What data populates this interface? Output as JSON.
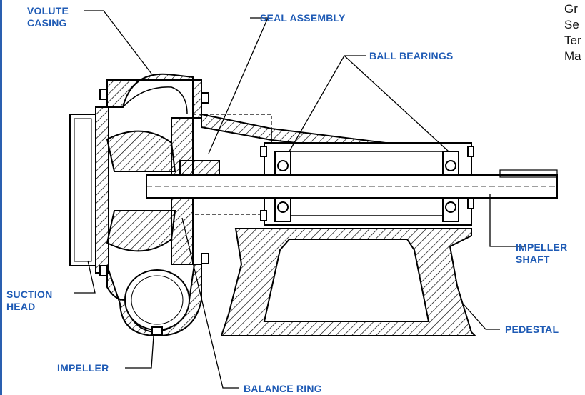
{
  "labels": {
    "volute_casing": [
      "VOLUTE",
      "CASING"
    ],
    "seal_assembly": "SEAL ASSEMBLY",
    "ball_bearings": "BALL BEARINGS",
    "impeller_shaft": [
      "IMPELLER",
      "SHAFT"
    ],
    "pedestal": "PEDESTAL",
    "balance_ring": "BALANCE RING",
    "impeller": "IMPELLER",
    "suction_head": [
      "SUCTION",
      "HEAD"
    ]
  },
  "side_text": [
    "Gr",
    "Se",
    "Ter",
    "Ma"
  ],
  "colors": {
    "label": "#1f5bb5",
    "line": "#000000",
    "border": "#2a5fb0"
  }
}
